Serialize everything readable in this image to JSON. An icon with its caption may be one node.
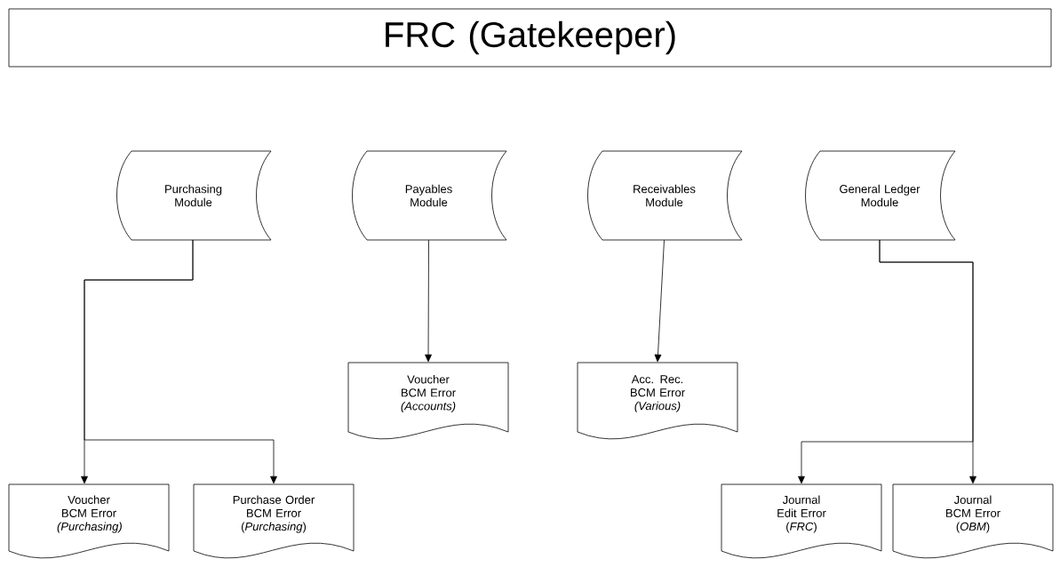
{
  "diagram": {
    "nodes": [
      {
        "text": [
          "FRC (Gatekeeper)"
        ]
      },
      {
        "text": [
          "Purchasing Module"
        ]
      },
      {
        "text": [
          "Payables Module"
        ]
      },
      {
        "text": [
          "Receivables Module"
        ]
      },
      {
        "text": [
          "General Ledger Module"
        ]
      },
      {
        "text": [
          "Voucher BCM Error",
          "*(Accounts)*"
        ]
      },
      {
        "text": [
          "Acc. Rec. BCM Error",
          "*(Various)*"
        ]
      },
      {
        "text": [
          "Voucher BCM Error",
          "*(Purchasing)*"
        ]
      },
      {
        "text": [
          "Purchase Order BCM Error",
          "(*Purchasing*)"
        ]
      },
      {
        "text": [
          "Journal Edit Error",
          "(*FRC*)"
        ]
      },
      {
        "text": [
          "Journal BCM Error",
          "(*OBM*)"
        ]
      }
    ],
    "edges": [
      {
        "from": 1,
        "to": 7,
        "arrow": "to"
      },
      {
        "from": 1,
        "to": 8,
        "arrow": "to"
      },
      {
        "from": 2,
        "to": 5,
        "arrow": "to"
      },
      {
        "from": 3,
        "to": 6,
        "arrow": "to"
      },
      {
        "from": 4,
        "to": 9,
        "arrow": "to"
      },
      {
        "from": 4,
        "to": 10,
        "arrow": "to"
      }
    ]
  }
}
